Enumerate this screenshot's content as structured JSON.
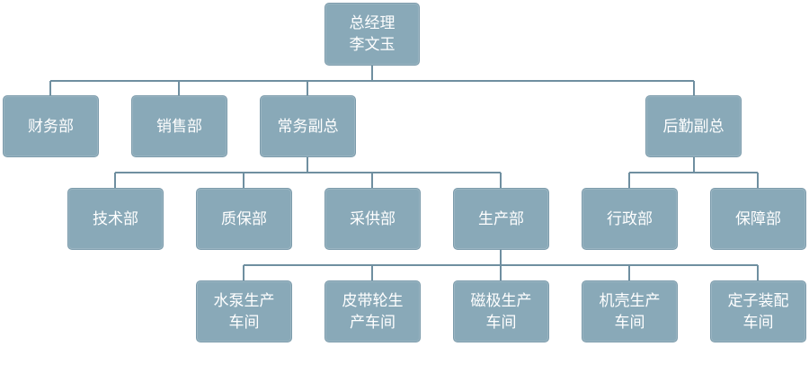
{
  "colors": {
    "box_fill": "#89a9b8",
    "connector": "#6f8fa0",
    "text": "#ffffff"
  },
  "nodes": {
    "gm": {
      "line1": "总经理",
      "line2": "李文玉"
    },
    "finance": {
      "line1": "财务部"
    },
    "sales": {
      "line1": "销售部"
    },
    "exec_vp": {
      "line1": "常务副总"
    },
    "logistics_vp": {
      "line1": "后勤副总"
    },
    "tech": {
      "line1": "技术部"
    },
    "quality": {
      "line1": "质保部"
    },
    "purchase": {
      "line1": "采供部"
    },
    "production": {
      "line1": "生产部"
    },
    "admin": {
      "line1": "行政部"
    },
    "security": {
      "line1": "保障部"
    },
    "pump_ws": {
      "line1": "水泵生产",
      "line2": "车间"
    },
    "belt_ws": {
      "line1": "皮带轮生",
      "line2": "产车间"
    },
    "magnet_ws": {
      "line1": "磁极生产",
      "line2": "车间"
    },
    "shell_ws": {
      "line1": "机壳生产",
      "line2": "车间"
    },
    "stator_ws": {
      "line1": "定子装配",
      "line2": "车间"
    }
  }
}
